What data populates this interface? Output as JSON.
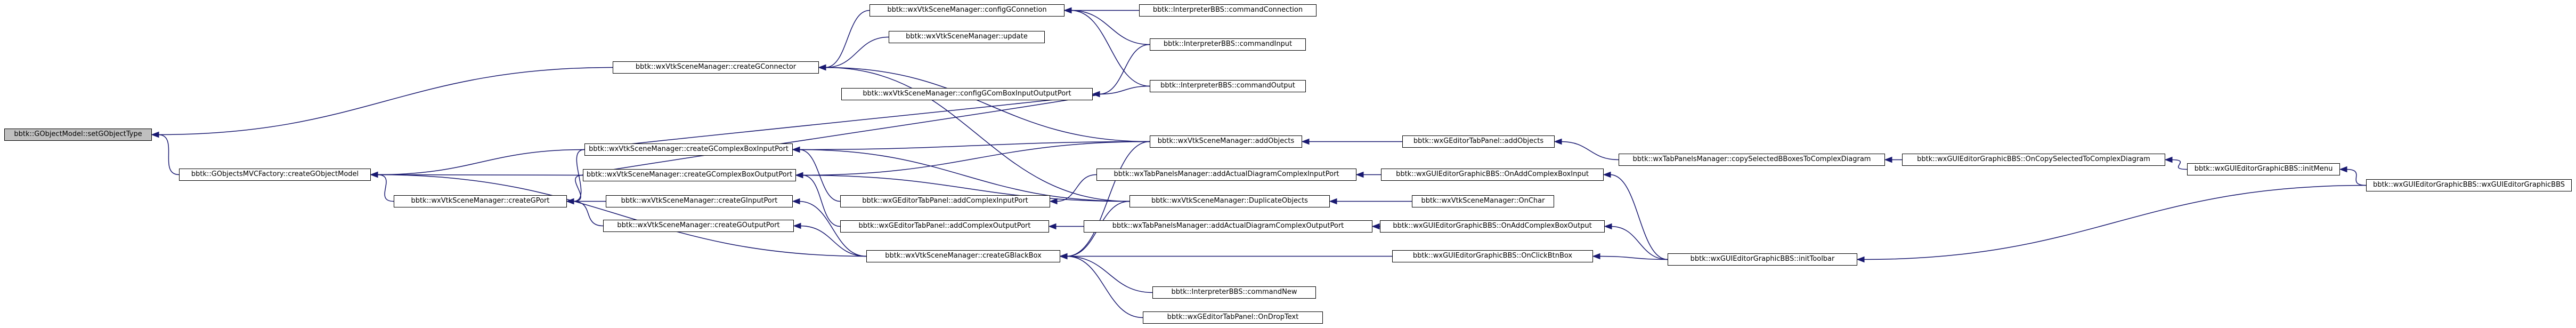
{
  "colors": {
    "edge": "#191970",
    "root_fill": "#bfbfbf",
    "node_fill": "#ffffff",
    "node_border": "#000000"
  },
  "nodes": [
    {
      "id": "n0",
      "label": "bbtk::GObjectModel::setGObjectType",
      "root": true
    },
    {
      "id": "n1",
      "label": "bbtk::wxVtkSceneManager::createGConnector"
    },
    {
      "id": "n2",
      "label": "bbtk::GObjectsMVCFactory::createGObjectModel"
    },
    {
      "id": "n3",
      "label": "bbtk::wxVtkSceneManager::configGConnetion"
    },
    {
      "id": "n4",
      "label": "bbtk::wxVtkSceneManager::update"
    },
    {
      "id": "n5",
      "label": "bbtk::InterpreterBBS::commandConnection"
    },
    {
      "id": "n6",
      "label": "bbtk::InterpreterBBS::commandInput"
    },
    {
      "id": "n7",
      "label": "bbtk::InterpreterBBS::commandOutput"
    },
    {
      "id": "n8",
      "label": "bbtk::wxVtkSceneManager::configGComBoxInputOutputPort"
    },
    {
      "id": "n9",
      "label": "bbtk::wxVtkSceneManager::createGComplexBoxInputPort"
    },
    {
      "id": "n10",
      "label": "bbtk::wxVtkSceneManager::createGComplexBoxOutputPort"
    },
    {
      "id": "n11",
      "label": "bbtk::wxVtkSceneManager::createGPort"
    },
    {
      "id": "n12",
      "label": "bbtk::wxVtkSceneManager::createGInputPort"
    },
    {
      "id": "n13",
      "label": "bbtk::wxVtkSceneManager::createGOutputPort"
    },
    {
      "id": "n14",
      "label": "bbtk::wxVtkSceneManager::createGBlackBox"
    },
    {
      "id": "n15",
      "label": "bbtk::wxVtkSceneManager::addObjects"
    },
    {
      "id": "n16",
      "label": "bbtk::wxTabPanelsManager::addActualDiagramComplexInputPort"
    },
    {
      "id": "n17",
      "label": "bbtk::wxGEditorTabPanel::addComplexInputPort"
    },
    {
      "id": "n18",
      "label": "bbtk::wxVtkSceneManager::DuplicateObjects"
    },
    {
      "id": "n19",
      "label": "bbtk::wxGEditorTabPanel::addComplexOutputPort"
    },
    {
      "id": "n20",
      "label": "bbtk::wxTabPanelsManager::addActualDiagramComplexOutputPort"
    },
    {
      "id": "n21",
      "label": "bbtk::InterpreterBBS::commandNew"
    },
    {
      "id": "n22",
      "label": "bbtk::wxGEditorTabPanel::OnDropText"
    },
    {
      "id": "n23",
      "label": "bbtk::wxGEditorTabPanel::addObjects"
    },
    {
      "id": "n24",
      "label": "bbtk::wxGUIEditorGraphicBBS::OnAddComplexBoxInput"
    },
    {
      "id": "n25",
      "label": "bbtk::wxVtkSceneManager::OnChar"
    },
    {
      "id": "n26",
      "label": "bbtk::wxGUIEditorGraphicBBS::OnAddComplexBoxOutput"
    },
    {
      "id": "n27",
      "label": "bbtk::wxGUIEditorGraphicBBS::OnClickBtnBox"
    },
    {
      "id": "n28",
      "label": "bbtk::wxTabPanelsManager::copySelectedBBoxesToComplexDiagram"
    },
    {
      "id": "n29",
      "label": "bbtk::wxGUIEditorGraphicBBS::initToolbar"
    },
    {
      "id": "n30",
      "label": "bbtk::wxGUIEditorGraphicBBS::OnCopySelectedToComplexDiagram"
    },
    {
      "id": "n31",
      "label": "bbtk::wxGUIEditorGraphicBBS::initMenu"
    },
    {
      "id": "n32",
      "label": "bbtk::wxGUIEditorGraphicBBS::wxGUIEditorGraphicBBS"
    }
  ],
  "edges": [
    {
      "from": "n1",
      "to": "n0"
    },
    {
      "from": "n2",
      "to": "n0"
    },
    {
      "from": "n3",
      "to": "n1"
    },
    {
      "from": "n4",
      "to": "n1"
    },
    {
      "from": "n15",
      "to": "n1"
    },
    {
      "from": "n18",
      "to": "n1"
    },
    {
      "from": "n5",
      "to": "n3"
    },
    {
      "from": "n6",
      "to": "n3"
    },
    {
      "from": "n7",
      "to": "n3"
    },
    {
      "from": "n6",
      "to": "n8"
    },
    {
      "from": "n7",
      "to": "n8"
    },
    {
      "from": "n9",
      "to": "n8"
    },
    {
      "from": "n10",
      "to": "n8"
    },
    {
      "from": "n9",
      "to": "n2"
    },
    {
      "from": "n10",
      "to": "n2"
    },
    {
      "from": "n11",
      "to": "n2"
    },
    {
      "from": "n14",
      "to": "n2"
    },
    {
      "from": "n15",
      "to": "n9"
    },
    {
      "from": "n17",
      "to": "n9"
    },
    {
      "from": "n18",
      "to": "n9"
    },
    {
      "from": "n15",
      "to": "n10"
    },
    {
      "from": "n19",
      "to": "n10"
    },
    {
      "from": "n18",
      "to": "n10"
    },
    {
      "from": "n9",
      "to": "n11"
    },
    {
      "from": "n10",
      "to": "n11"
    },
    {
      "from": "n12",
      "to": "n11"
    },
    {
      "from": "n13",
      "to": "n11"
    },
    {
      "from": "n14",
      "to": "n12"
    },
    {
      "from": "n14",
      "to": "n13"
    },
    {
      "from": "n15",
      "to": "n14"
    },
    {
      "from": "n18",
      "to": "n14"
    },
    {
      "from": "n21",
      "to": "n14"
    },
    {
      "from": "n22",
      "to": "n14"
    },
    {
      "from": "n27",
      "to": "n14"
    },
    {
      "from": "n23",
      "to": "n15"
    },
    {
      "from": "n16",
      "to": "n17"
    },
    {
      "from": "n20",
      "to": "n19"
    },
    {
      "from": "n24",
      "to": "n16"
    },
    {
      "from": "n26",
      "to": "n20"
    },
    {
      "from": "n25",
      "to": "n18"
    },
    {
      "from": "n28",
      "to": "n23"
    },
    {
      "from": "n29",
      "to": "n24"
    },
    {
      "from": "n29",
      "to": "n26"
    },
    {
      "from": "n29",
      "to": "n27"
    },
    {
      "from": "n30",
      "to": "n28"
    },
    {
      "from": "n31",
      "to": "n30"
    },
    {
      "from": "n32",
      "to": "n31"
    },
    {
      "from": "n32",
      "to": "n29"
    }
  ]
}
